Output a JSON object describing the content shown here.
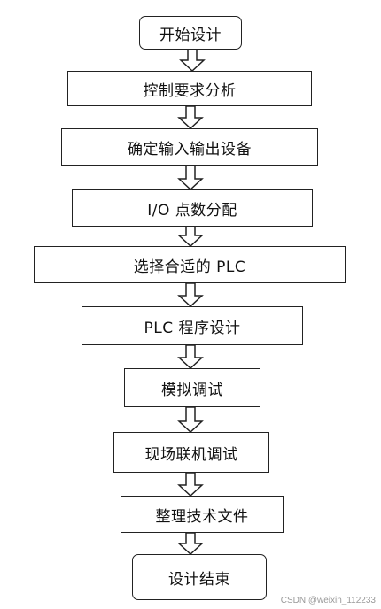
{
  "flowchart": {
    "steps": [
      "开始设计",
      "控制要求分析",
      "确定输入输出设备",
      "I/O 点数分配",
      "选择合适的 PLC",
      "PLC 程序设计",
      "模拟调试",
      "现场联机调试",
      "整理技术文件",
      "设计结束"
    ]
  },
  "watermark": "CSDN @weixin_112233",
  "colors": {
    "line": "#222222",
    "background": "#ffffff",
    "watermark": "#9a9a9a"
  }
}
